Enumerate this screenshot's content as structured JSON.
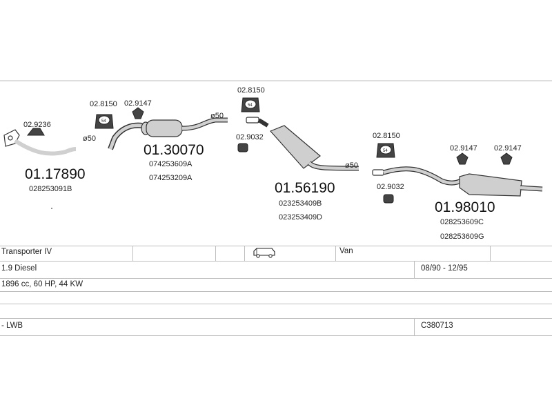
{
  "components": {
    "front_pipe": {
      "part_number": "01.17890",
      "oe_numbers": [
        "028253091B"
      ]
    },
    "front_silencer": {
      "part_number": "01.30070",
      "oe_numbers": [
        "074253609A",
        "074253209A"
      ]
    },
    "middle_silencer": {
      "part_number": "01.56190",
      "oe_numbers": [
        "023253409B",
        "023253409D"
      ]
    },
    "rear_silencer": {
      "part_number": "01.98010",
      "oe_numbers": [
        "028253609C",
        "028253609G"
      ]
    }
  },
  "hardware": {
    "gasket": "02.9236",
    "hanger_1": "02.8150",
    "hanger_2": "02.8150",
    "hanger_3": "02.8150",
    "clamp_1": "02.9147",
    "clamp_2": "02.9147",
    "clamp_3": "02.9147",
    "ring_1": "02.9032",
    "ring_2": "02.9032",
    "hanger_size_label": "54"
  },
  "pipe_diameters": {
    "d1": "ø50",
    "d2": "ø50",
    "d3": "ø50"
  },
  "vehicle": {
    "model": "Transporter IV",
    "body_type": "Van",
    "engine": "1.9 Diesel",
    "years": "08/90 - 12/95",
    "specs": "1896 cc, 60 HP, 44 KW",
    "variant": "- LWB",
    "system_code": "C380713"
  },
  "icons": {
    "body_icon": "van-icon"
  }
}
